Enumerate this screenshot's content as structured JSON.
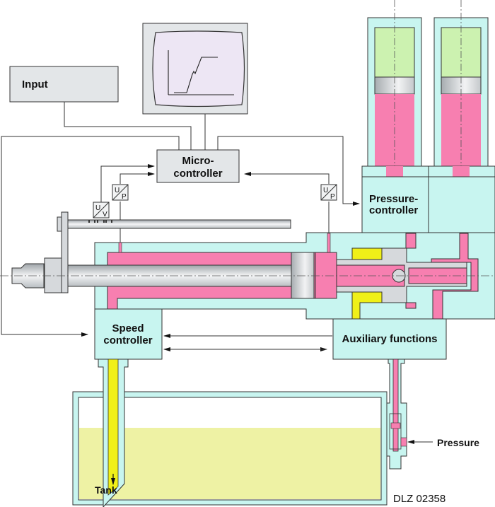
{
  "diagram": {
    "labels": {
      "input": "Input",
      "microcontroller_line1": "Micro-",
      "microcontroller_line2": "controller",
      "pressure_controller_line1": "Pressure-",
      "pressure_controller_line2": "controller",
      "speed_controller_line1": "Speed",
      "speed_controller_line2": "controller",
      "auxiliary_functions": "Auxiliary functions",
      "tank": "Tank",
      "pressure": "Pressure",
      "figure_code": "DLZ 02358"
    },
    "transducers": [
      {
        "id": "uv-left",
        "top": "U",
        "bottom": "V"
      },
      {
        "id": "up-left",
        "top": "U",
        "bottom": "P"
      },
      {
        "id": "up-right",
        "top": "U",
        "bottom": "P"
      }
    ],
    "colors": {
      "box_gray": "#e3e6e8",
      "housing_cyan": "#c8f5f0",
      "fluid_pink": "#f77fb0",
      "gas_green": "#ccf2b0",
      "tank_fluid": "#eef2a4",
      "yellow_seal": "#f0f018",
      "steel": "#d6d9dc",
      "screen": "#ede6f4"
    }
  }
}
